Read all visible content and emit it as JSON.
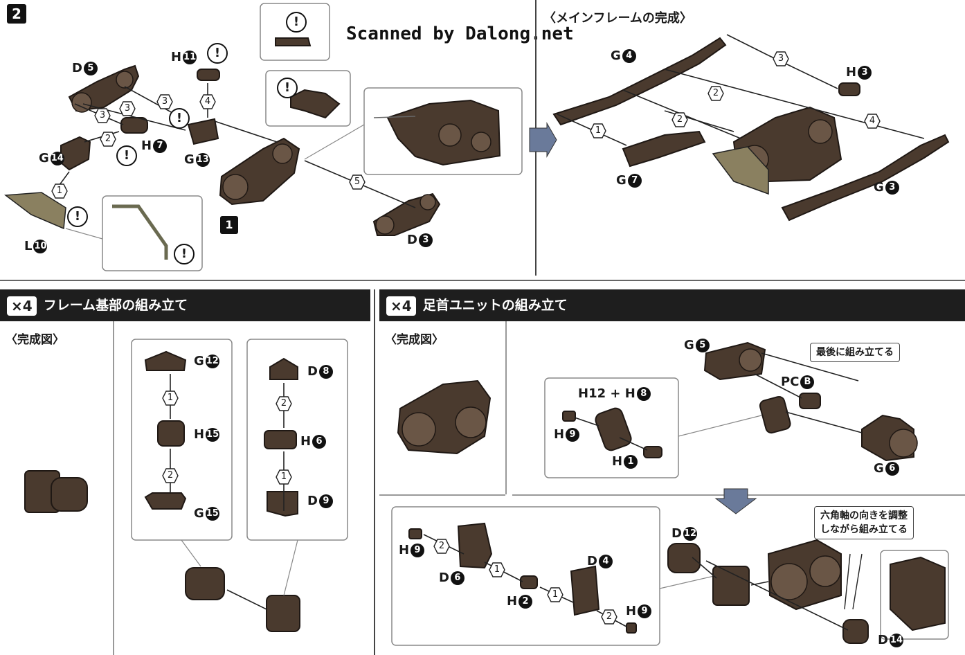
{
  "watermark": "Scanned by Dalong.net",
  "step_badge_top": "2",
  "step_badge_sub": "1",
  "top_right_title": "〈メインフレームの完成〉",
  "section_left": {
    "multiplier": "×4",
    "title": "フレーム基部の組み立て",
    "subtitle": "〈完成図〉"
  },
  "section_right": {
    "multiplier": "×4",
    "title": "足首ユニットの組み立て",
    "subtitle": "〈完成図〉"
  },
  "notes": {
    "last_assemble": "最後に組み立てる",
    "hex_adjust_line1": "六角軸の向きを調整",
    "hex_adjust_line2": "しながら組み立てる"
  },
  "warning_glyph": "!",
  "labels": {
    "D5": [
      "D",
      "5"
    ],
    "H11": [
      "H",
      "11"
    ],
    "H7": [
      "H",
      "7"
    ],
    "G14": [
      "G",
      "14"
    ],
    "G13": [
      "G",
      "13"
    ],
    "L10": [
      "L",
      "10"
    ],
    "D3": [
      "D",
      "3"
    ],
    "G4": [
      "G",
      "4"
    ],
    "H3": [
      "H",
      "3"
    ],
    "G7": [
      "G",
      "7"
    ],
    "G3": [
      "G",
      "3"
    ],
    "G12": [
      "G",
      "12"
    ],
    "H15": [
      "H",
      "15"
    ],
    "G15": [
      "G",
      "15"
    ],
    "D8": [
      "D",
      "8"
    ],
    "H6": [
      "H",
      "6"
    ],
    "D9": [
      "D",
      "9"
    ],
    "G5": [
      "G",
      "5"
    ],
    "PCB": [
      "PC",
      "B"
    ],
    "H12H8": [
      "H12 + H",
      "8"
    ],
    "H9a": [
      "H",
      "9"
    ],
    "H1": [
      "H",
      "1"
    ],
    "G6": [
      "G",
      "6"
    ],
    "H9b": [
      "H",
      "9"
    ],
    "D6": [
      "D",
      "6"
    ],
    "H2": [
      "H",
      "2"
    ],
    "D4": [
      "D",
      "4"
    ],
    "H9c": [
      "H",
      "9"
    ],
    "D12": [
      "D",
      "12"
    ],
    "D14": [
      "D",
      "14"
    ]
  },
  "steps": [
    "1",
    "2",
    "3",
    "4",
    "5"
  ]
}
